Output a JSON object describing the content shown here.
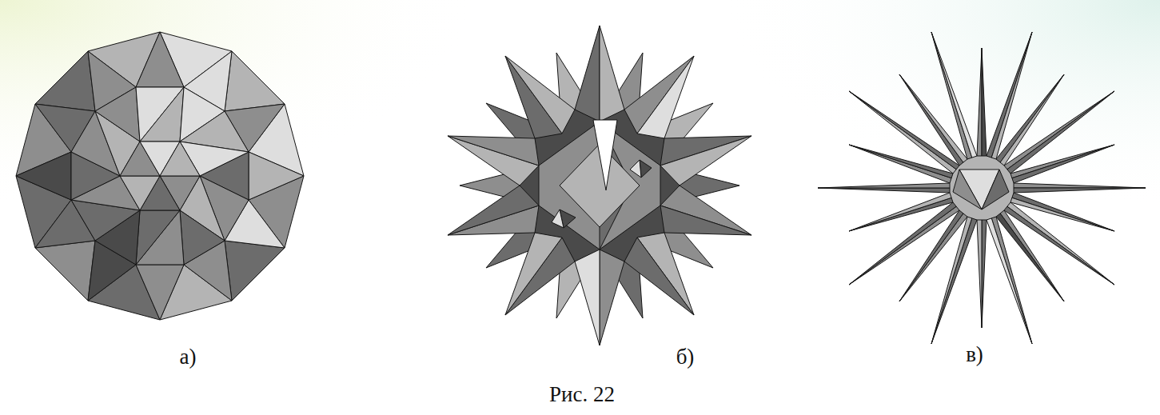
{
  "diagram": {
    "caption": "Рис. 22",
    "labels": [
      "а)",
      "б)",
      "в)"
    ]
  }
}
